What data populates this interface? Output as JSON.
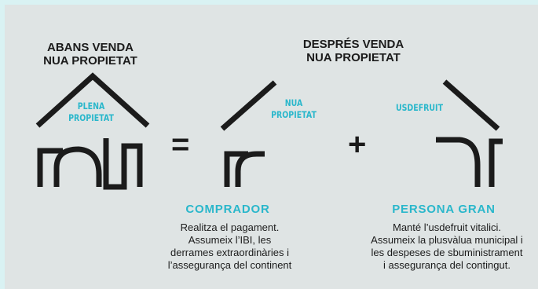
{
  "left": {
    "heading_line1": "ABANS VENDA",
    "heading_line2": "NUA PROPIETAT",
    "house_tag_line1": "PLENA",
    "house_tag_line2": "PROPIETAT"
  },
  "right": {
    "heading_line1": "DESPRÉS VENDA",
    "heading_line2": "NUA PROPIETAT"
  },
  "operators": {
    "equals": "=",
    "plus": "+"
  },
  "buyer": {
    "tag_line1": "NUA",
    "tag_line2": "PROPIETAT",
    "role": "COMPRADOR",
    "description": "Realitza el pagament.\nAssumeix l’IBI, les\nderrames extraordinàries i\nl’assegurança del continent"
  },
  "elder": {
    "tag": "USDEFRUIT",
    "role": "PERSONA GRAN",
    "description": "Manté l’usdefruit vitalici.\nAssumeix la plusvàlua municipal i\nles despeses de sbuministrament\ni assegurança del contingut."
  },
  "colors": {
    "accent": "#2ab7cb",
    "ink": "#1b1b1b",
    "background": "#dfe4e4"
  }
}
